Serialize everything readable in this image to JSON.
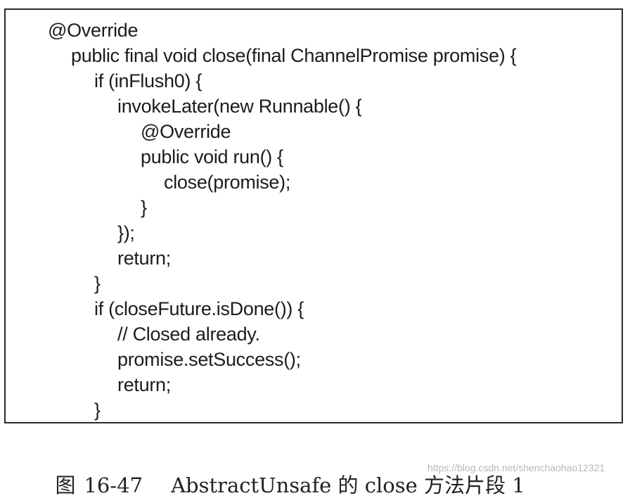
{
  "code_lines": [
    {
      "text": "@Override",
      "indent": 0
    },
    {
      "text": "public final void close(final ChannelPromise promise) {",
      "indent": 1
    },
    {
      "text": "if (inFlush0) {",
      "indent": 2
    },
    {
      "text": "invokeLater(new Runnable() {",
      "indent": 3
    },
    {
      "text": "@Override",
      "indent": 4
    },
    {
      "text": "public void run() {",
      "indent": 4
    },
    {
      "text": "close(promise);",
      "indent": 5
    },
    {
      "text": "}",
      "indent": 4
    },
    {
      "text": "});",
      "indent": 3
    },
    {
      "text": "return;",
      "indent": 3
    },
    {
      "text": "}",
      "indent": 2
    },
    {
      "text": "if (closeFuture.isDone()) {",
      "indent": 2
    },
    {
      "text": "// Closed already.",
      "indent": 3
    },
    {
      "text": "promise.setSuccess();",
      "indent": 3
    },
    {
      "text": "return;",
      "indent": 3
    },
    {
      "text": "}",
      "indent": 2
    }
  ],
  "caption": {
    "label": "图",
    "number": "16-47",
    "text": "AbstractUnsafe 的 close 方法片段 1"
  },
  "watermark": "https://blog.csdn.net/shenchaohao12321"
}
